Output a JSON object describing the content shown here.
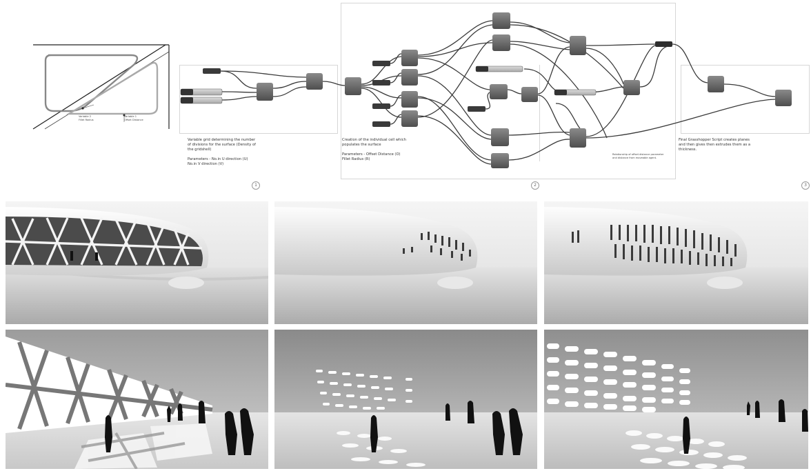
{
  "diagram": {
    "sketch": {
      "label_a": "Variable 2\nFillet Radius",
      "label_b": "Variable 1\nOffset Distance"
    },
    "step1": {
      "number": "1",
      "text": "Variable grid determining the number\nof divisions for the surface (Density of\nthe gridshell)\n\nParameters - No.in U direction (U)\n                      No.in V direction (V)"
    },
    "step2": {
      "number": "2",
      "text": "Creation of the individual cell which\npopulates the surface\n\nParameters - Offset Distance (O)\n                     Fillet Radius        (R)",
      "note": "Relationship of offset distance parameter\nand distance from moveable agent."
    },
    "step3": {
      "number": "3",
      "text": "Final Grasshopper Script creates planes\nand then gives then extrudes them as a\nthickness."
    }
  },
  "renders": {
    "exterior": [
      "triangular-gridshell",
      "sparse-openings",
      "dense-openings"
    ],
    "interior": [
      "triangular-light-pattern",
      "sparse-light-pattern",
      "dense-light-pattern"
    ]
  }
}
